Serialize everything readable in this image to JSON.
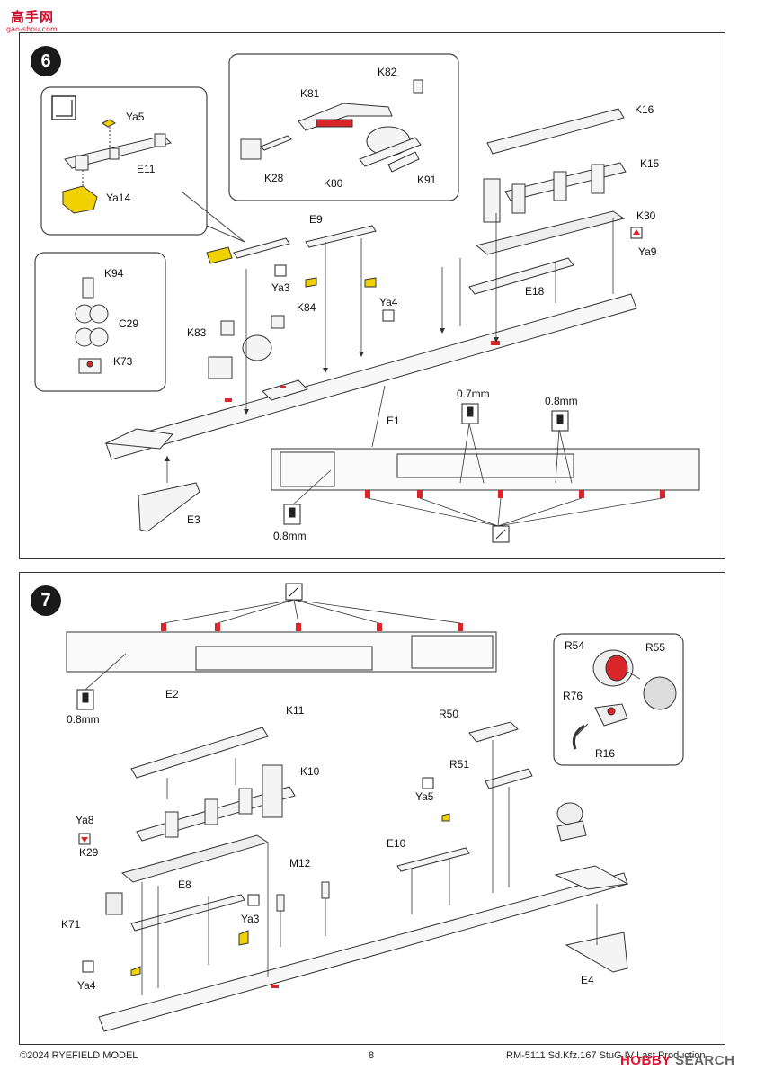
{
  "watermark": {
    "title": "高手网",
    "url": "gao-shou.com"
  },
  "step6": {
    "number": "6",
    "labels": {
      "Ya5": "Ya5",
      "E11": "E11",
      "Ya14": "Ya14",
      "K94": "K94",
      "C29": "C29",
      "K73": "K73",
      "K82": "K82",
      "K81": "K81",
      "K28": "K28",
      "K80": "K80",
      "K91": "K91",
      "K16": "K16",
      "K15": "K15",
      "K30": "K30",
      "Ya9": "Ya9",
      "E9": "E9",
      "Ya3": "Ya3",
      "Ya4": "Ya4",
      "E18": "E18",
      "K84": "K84",
      "K83": "K83",
      "E1": "E1",
      "E3": "E3",
      "d07": "0.7mm",
      "d08a": "0.8mm",
      "d08b": "0.8mm"
    }
  },
  "step7": {
    "number": "7",
    "labels": {
      "E2": "E2",
      "d08": "0.8mm",
      "R54": "R54",
      "R55": "R55",
      "R76": "R76",
      "R16": "R16",
      "K11": "K11",
      "K10": "K10",
      "R50": "R50",
      "R51": "R51",
      "Ya5": "Ya5",
      "Ya8": "Ya8",
      "K29": "K29",
      "E10": "E10",
      "M12": "M12",
      "E8": "E8",
      "Ya3": "Ya3",
      "K71": "K71",
      "Ya4": "Ya4",
      "E4": "E4"
    }
  },
  "footer": {
    "copyright": "©2024 RYEFIELD MODEL",
    "page": "8",
    "product": "RM-5111 Sd.Kfz.167 StuG IV Last Production"
  },
  "brand": {
    "part1": "HOBBY",
    "part2": "SEARCH"
  },
  "colors": {
    "accent_red": "#d8262a",
    "accent_yellow": "#f2d100",
    "line": "#333333"
  }
}
